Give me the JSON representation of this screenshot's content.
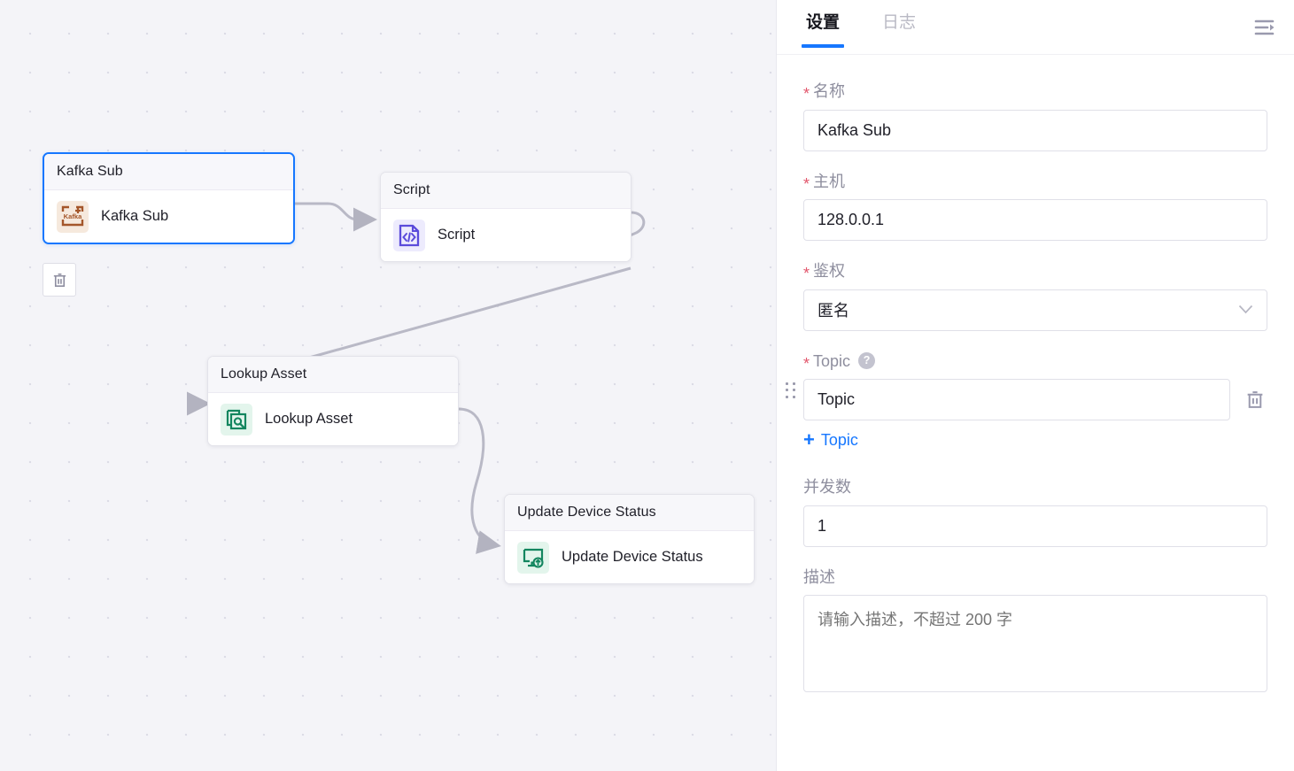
{
  "panel": {
    "tabs": [
      {
        "label": "设置",
        "active": true
      },
      {
        "label": "日志",
        "active": false
      }
    ],
    "collapse_icon": "collapse-panel-icon",
    "form": {
      "name": {
        "label": "名称",
        "required_mark": "*",
        "value": "Kafka Sub"
      },
      "host": {
        "label": "主机",
        "required_mark": "*",
        "value": "128.0.0.1"
      },
      "auth": {
        "label": "鉴权",
        "required_mark": "*",
        "value": "匿名",
        "chevron": "⌄"
      },
      "topic": {
        "label": "Topic",
        "required_mark": "*",
        "help_glyph": "?",
        "value": "Topic",
        "delete_icon": "trash-icon",
        "add_label": "Topic",
        "add_plus": "+"
      },
      "concurrency": {
        "label": "并发数",
        "value": "1"
      },
      "description": {
        "label": "描述",
        "placeholder": "请输入描述，不超过 200 字",
        "value": ""
      }
    }
  },
  "canvas": {
    "delete_button_icon": "trash-icon",
    "nodes": [
      {
        "title": "Kafka Sub",
        "label": "Kafka Sub",
        "icon": "kafka-icon",
        "icon_glyph": "Kafka",
        "selected": true
      },
      {
        "title": "Script",
        "label": "Script",
        "icon": "script-code-icon",
        "icon_glyph": "</>",
        "selected": false
      },
      {
        "title": "Lookup Asset",
        "label": "Lookup Asset",
        "icon": "lookup-asset-icon",
        "selected": false
      },
      {
        "title": "Update Device Status",
        "label": "Update Device Status",
        "icon": "update-device-status-icon",
        "selected": false
      }
    ]
  },
  "colors": {
    "accent": "#1677ff",
    "required": "#e2566c",
    "canvas_bg": "#f4f4f8",
    "edge": "#b9b9c6",
    "kafka_brown": "#a4562a",
    "script_purple": "#5b4bdb",
    "asset_green": "#13865f"
  }
}
